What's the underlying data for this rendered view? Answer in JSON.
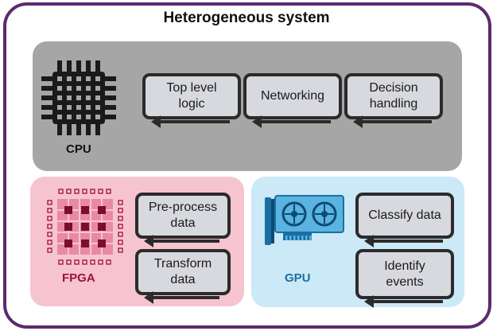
{
  "title": "Heterogeneous system",
  "cpu": {
    "label": "CPU",
    "tasks": [
      "Top level\nlogic",
      "Networking",
      "Decision\nhandling"
    ]
  },
  "fpga": {
    "label": "FPGA",
    "tasks": [
      "Pre-process\ndata",
      "Transform\ndata"
    ]
  },
  "gpu": {
    "label": "GPU",
    "tasks": [
      "Classify data",
      "Identify\nevents"
    ]
  },
  "colors": {
    "border": "#5c2a6e",
    "cpu_panel": "#a6a6a6",
    "fpga_panel": "#f6c4cf",
    "gpu_panel": "#cbe9f7",
    "fpga_label": "#a0103a",
    "gpu_label": "#1a6fa0"
  }
}
